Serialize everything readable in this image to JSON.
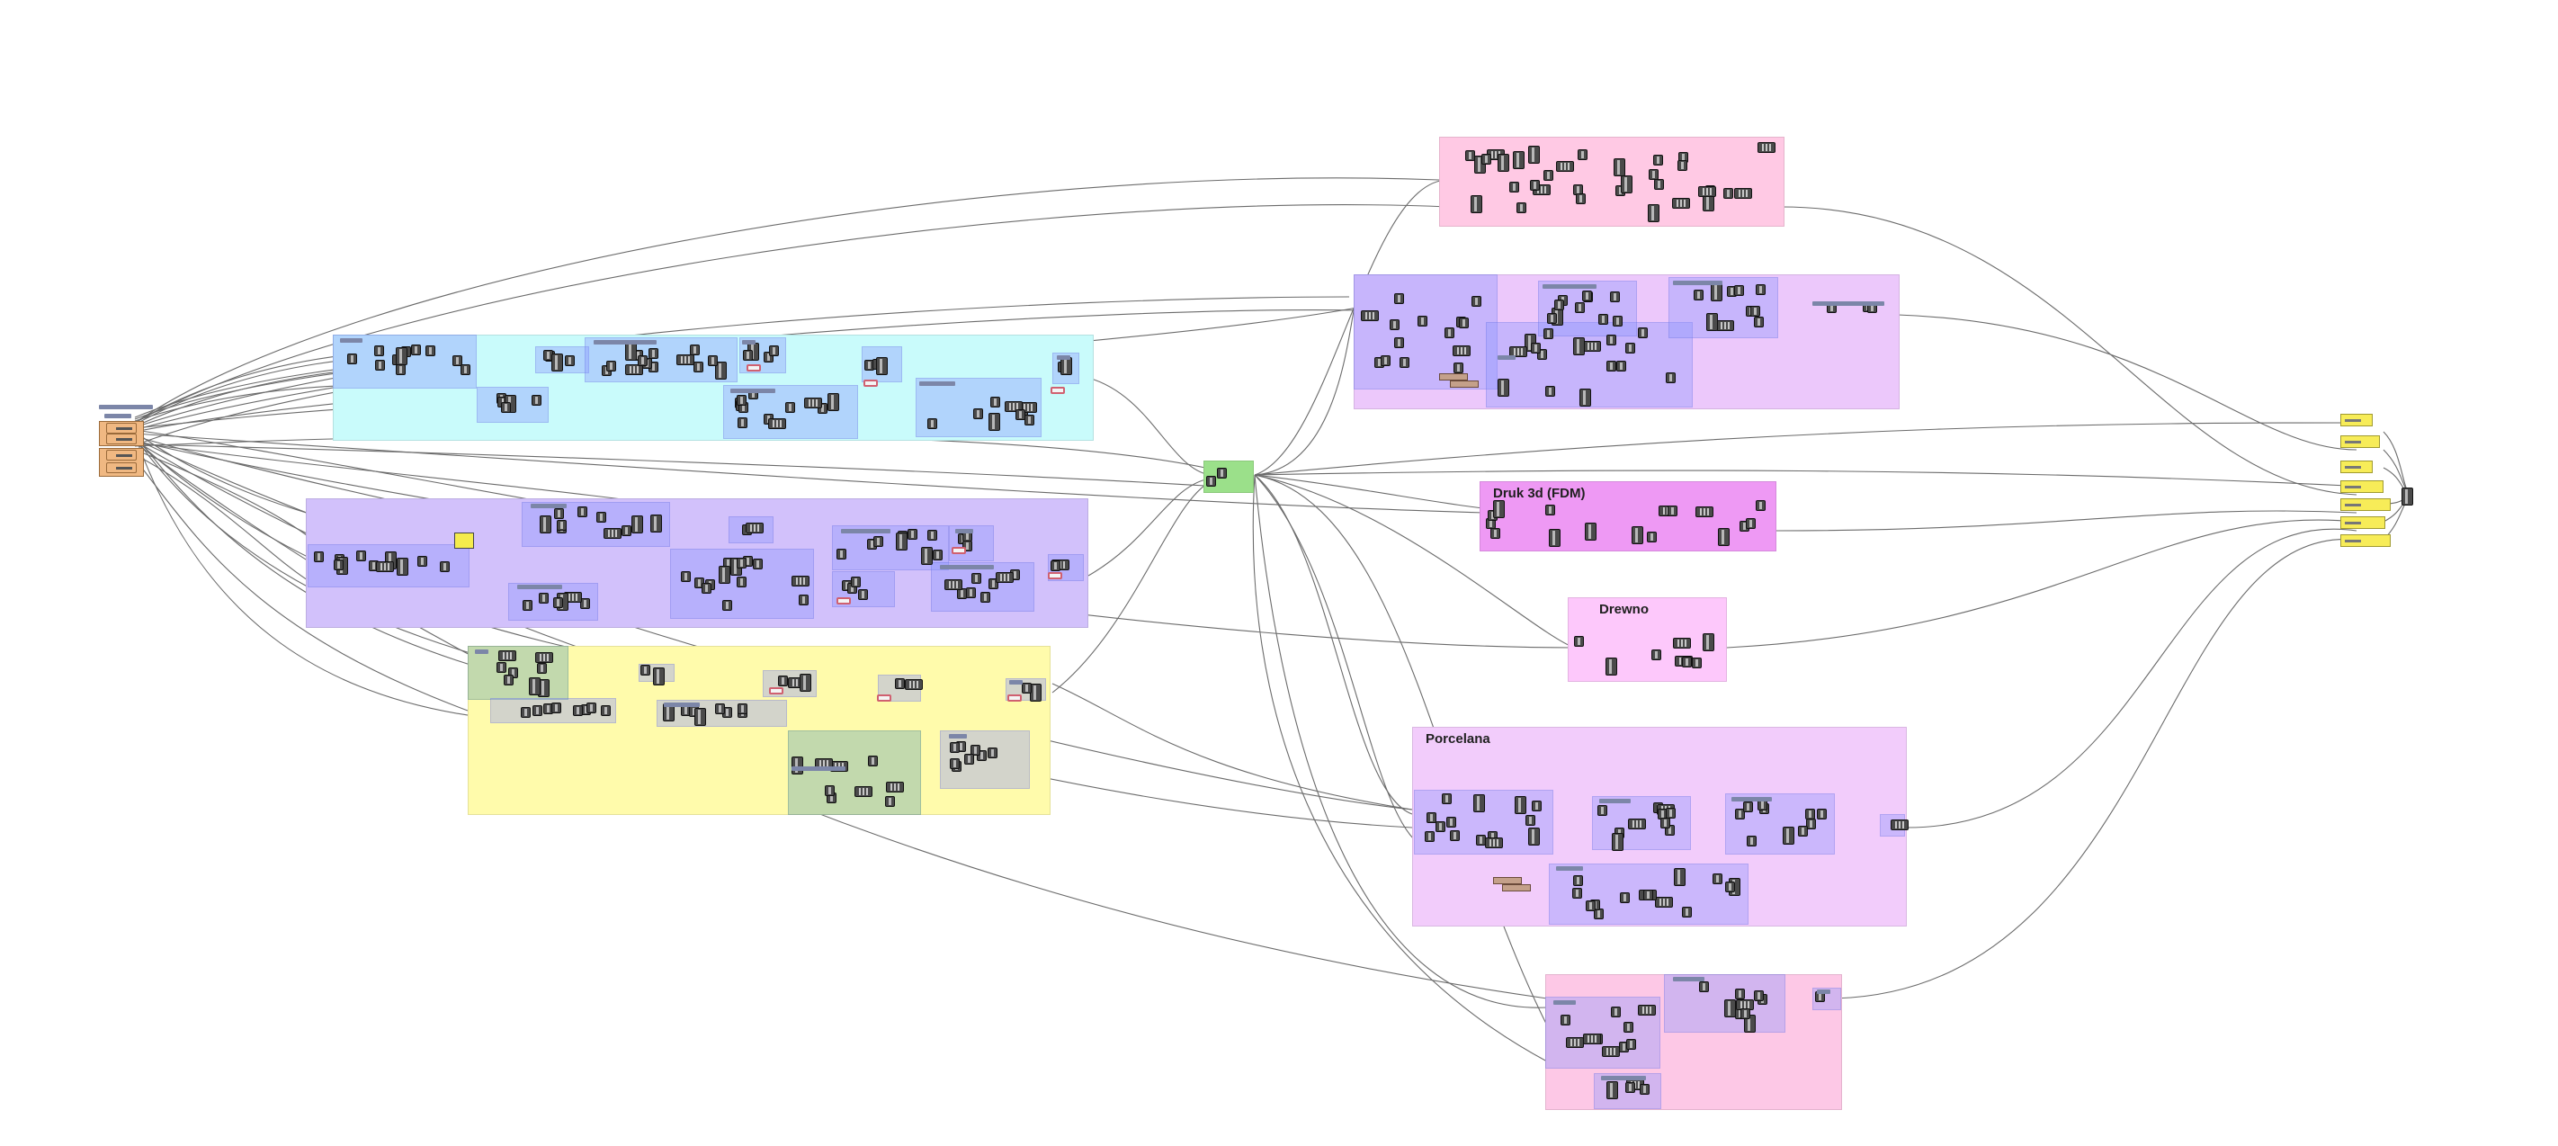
{
  "document": {
    "background": "#ffffff",
    "groups": [
      {
        "name": "group-pink-top",
        "color": "#ffc9e4"
      },
      {
        "name": "group-violet-top",
        "color": "#ecc8fb"
      },
      {
        "name": "group-druk",
        "color": "#ee99f4",
        "title": "Druk 3d (FDM)"
      },
      {
        "name": "group-drewno",
        "color": "#fdc8fb",
        "title": "Drewno"
      },
      {
        "name": "group-porcelana",
        "color": "#f2ccfb",
        "title": "Porcelana"
      },
      {
        "name": "group-pink-bottom",
        "color": "#fdc8e6"
      },
      {
        "name": "group-cyan",
        "color": "#c9fbfb"
      },
      {
        "name": "group-purple",
        "color": "#d2c1fb"
      },
      {
        "name": "group-yellow",
        "color": "#fffbab"
      },
      {
        "name": "group-green-hub",
        "color": "#9be08a"
      }
    ],
    "node_color": "#4a4a4a",
    "wire_color": "#3a3a3a",
    "input_param_color": "#f0b882",
    "output_param_color": "#f7ec58"
  }
}
